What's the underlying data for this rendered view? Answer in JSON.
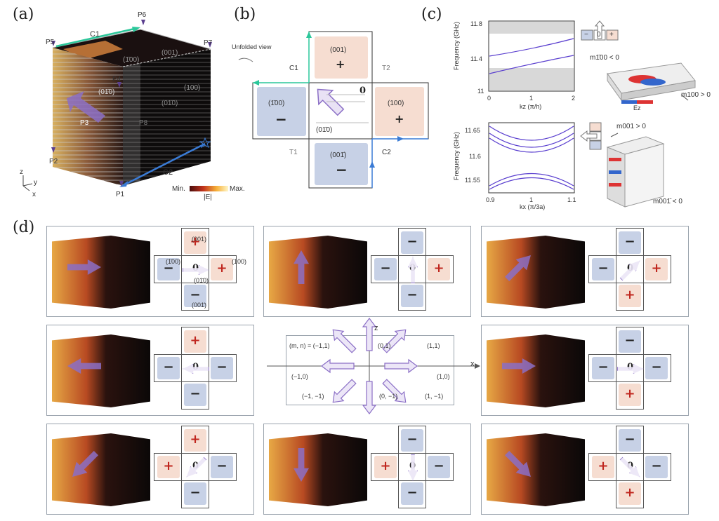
{
  "panel_labels": {
    "a": "(a)",
    "b": "(b)",
    "c": "(c)",
    "d": "(d)"
  },
  "panel_a": {
    "points": {
      "p1": "P1",
      "p2": "P2",
      "p3": "P3",
      "p4": "P4",
      "p5": "P5",
      "p6": "P6",
      "p7": "P7",
      "p8": "P8"
    },
    "curves": {
      "c1": "C1",
      "c2": "C2"
    },
    "faces": {
      "f001": "(001)",
      "f_1bar00": "(1̄00)",
      "f100": "(100)",
      "f0_1bar0a": "(01̄0)",
      "f0_1bar0b": "(01̄0)"
    },
    "axes": {
      "z": "z",
      "y": "y",
      "x": "x"
    },
    "colorbar": {
      "min": "Min.",
      "max": "Max.",
      "label": "|E|"
    },
    "colors": {
      "c1": "#2bc79a",
      "c2": "#3a7bd5",
      "arrow": "#8b6fc6",
      "marker": "#5b3f8f"
    }
  },
  "panel_b": {
    "caption": "Unfolded view",
    "tiles": {
      "top": {
        "label": "(001)",
        "sign": "+"
      },
      "left": {
        "label": "(1̄00)",
        "sign": "−"
      },
      "right": {
        "label": "(100)",
        "sign": "+"
      },
      "bottom": {
        "label": "(001̄)",
        "sign": "−"
      },
      "center_label": "(01̄0)",
      "center_value": "0"
    },
    "markers": {
      "c1": "C1",
      "c2": "C2",
      "t1": "T1",
      "t2": "T2"
    }
  },
  "panel_c": {
    "top_chart": {
      "ylabel": "Frequency (GHz)",
      "xlabel": "kz (π/h)",
      "yticks": [
        "11.8",
        "11.4",
        "11"
      ],
      "xticks": [
        "0",
        "1",
        "2"
      ]
    },
    "bottom_chart": {
      "ylabel": "Frequency (GHz)",
      "xlabel": "kx (π/3a)",
      "yticks": [
        "11.65",
        "11.6",
        "11.55"
      ],
      "xticks": [
        "0.9",
        "1",
        "1.1"
      ]
    },
    "labels": {
      "m_1bar00": "m1̄00 < 0",
      "m100": "m100 > 0",
      "m001": "m001 > 0",
      "m001bar": "m001̄ < 0",
      "ez": "Ez",
      "minus": "−",
      "plus": "+",
      "zero": "0"
    }
  },
  "panel_d": {
    "first_labels": {
      "f001": "(001)",
      "f_1bar00": "(1̄00)",
      "f100": "(100)",
      "f0_1bar0": "(01̄0)",
      "f001bar": "(001̄)"
    },
    "compass": {
      "axes": {
        "z": "z",
        "x": "x"
      },
      "labels": {
        "mn": "(m, n) = (−1,1)",
        "n01": "(0,1)",
        "n11": "(1,1)",
        "n_10": "(−1,0)",
        "n10": "(1,0)",
        "n_1_1": "(−1, −1)",
        "n0_1": "(0, −1)",
        "n1_1": "(1, −1)"
      }
    },
    "cells": [
      {
        "top": "+",
        "left": "−",
        "right": "+",
        "bottom": "−",
        "arrow_angle": 0,
        "zero": "0"
      },
      {
        "top": "−",
        "left": "−",
        "right": "+",
        "bottom": "−",
        "arrow_angle": -90,
        "zero": "0"
      },
      {
        "top": "−",
        "left": "−",
        "right": "+",
        "bottom": "+",
        "arrow_angle": -45,
        "zero": "0"
      },
      {
        "top": "+",
        "left": "−",
        "right": "−",
        "bottom": "−",
        "arrow_angle": 180,
        "zero": "0"
      },
      {
        "top": "−",
        "left": "−",
        "right": "−",
        "bottom": "+",
        "arrow_angle": 0,
        "zero": "0"
      },
      {
        "top": "+",
        "left": "+",
        "right": "−",
        "bottom": "−",
        "arrow_angle": 135,
        "zero": "0"
      },
      {
        "top": "−",
        "left": "+",
        "right": "−",
        "bottom": "−",
        "arrow_angle": 90,
        "zero": "0"
      },
      {
        "top": "−",
        "left": "+",
        "right": "−",
        "bottom": "+",
        "arrow_angle": 45,
        "zero": "0"
      }
    ]
  }
}
